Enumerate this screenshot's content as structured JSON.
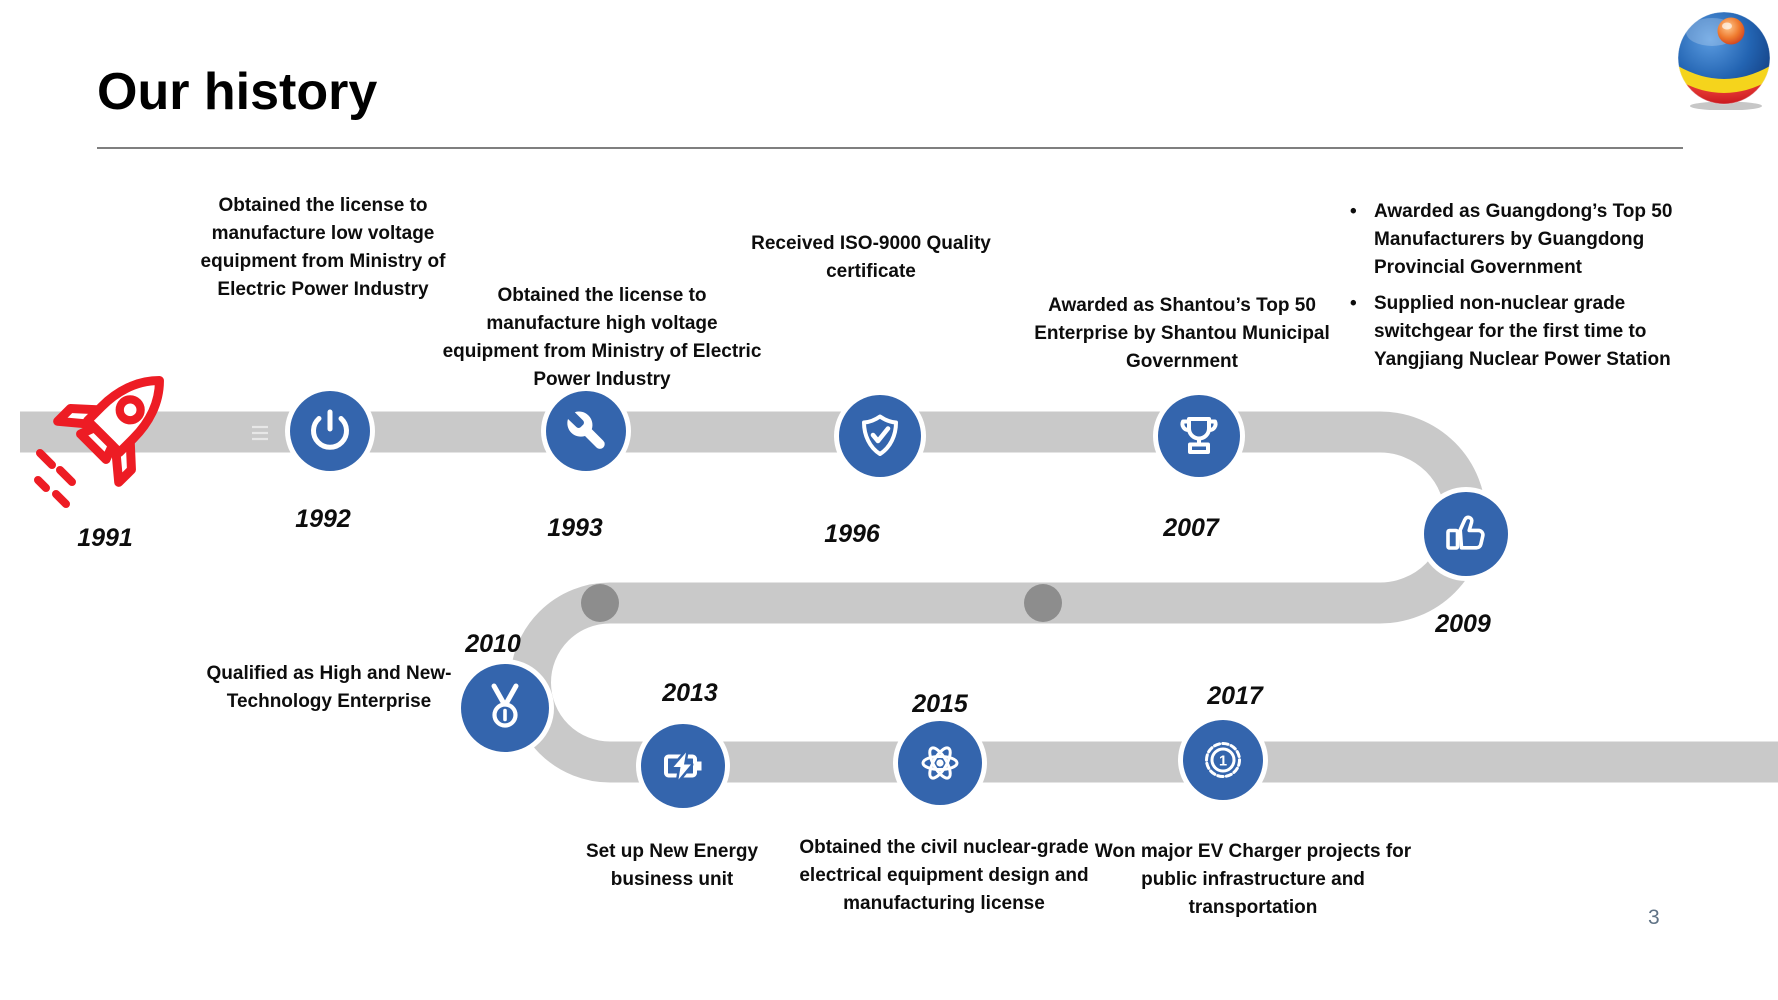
{
  "slide": {
    "title": "Our history",
    "page_number": "3",
    "bullet_char": "•"
  },
  "logo": {
    "name": "glossy-ball-company-logo",
    "colors": {
      "blue": "#1f5cab",
      "yellow": "#f5d41c",
      "red": "#e51e25",
      "knob": "#e8732c"
    }
  },
  "timeline": {
    "track_color": "#c9c9c9",
    "dot_color": "#8d8d8d",
    "node_color": "#3465ad",
    "accent_red": "#ed1c24",
    "milestones": [
      {
        "year": "1991",
        "icon": "rocket-icon"
      },
      {
        "year": "1992",
        "icon": "power-icon",
        "lines": [
          "Obtained the license to",
          "manufacture low voltage",
          "equipment from Ministry of",
          "Electric Power Industry"
        ]
      },
      {
        "year": "1993",
        "icon": "wrench-icon",
        "lines": [
          "Obtained the license to",
          "manufacture high voltage",
          "equipment from Ministry of Electric",
          "Power Industry"
        ]
      },
      {
        "year": "1996",
        "icon": "shield-check-icon",
        "lines": [
          "Received ISO-9000 Quality",
          "certificate"
        ]
      },
      {
        "year": "2007",
        "icon": "trophy-icon",
        "lines": [
          "Awarded as Shantou’s Top 50",
          "Enterprise by Shantou Municipal",
          "Government"
        ]
      },
      {
        "year": "2009",
        "icon": "thumbs-up-icon",
        "bullets": [
          {
            "lines": [
              "Awarded as Guangdong’s Top 50",
              "Manufacturers by Guangdong",
              "Provincial Government"
            ]
          },
          {
            "lines": [
              "Supplied non-nuclear grade",
              "switchgear for the first time to",
              "Yangjiang Nuclear Power Station"
            ]
          }
        ]
      },
      {
        "year": "2010",
        "icon": "medal-icon",
        "lines": [
          "Qualified as High and New-",
          "Technology Enterprise"
        ]
      },
      {
        "year": "2013",
        "icon": "battery-charging-icon",
        "lines": [
          "Set up New Energy",
          "business unit"
        ]
      },
      {
        "year": "2015",
        "icon": "atom-icon",
        "lines": [
          "Obtained the civil nuclear-grade",
          "electrical equipment design and",
          "manufacturing license"
        ]
      },
      {
        "year": "2017",
        "icon": "first-place-badge-icon",
        "lines": [
          "Won major EV Charger projects for",
          "public infrastructure and",
          "transportation"
        ]
      }
    ]
  }
}
